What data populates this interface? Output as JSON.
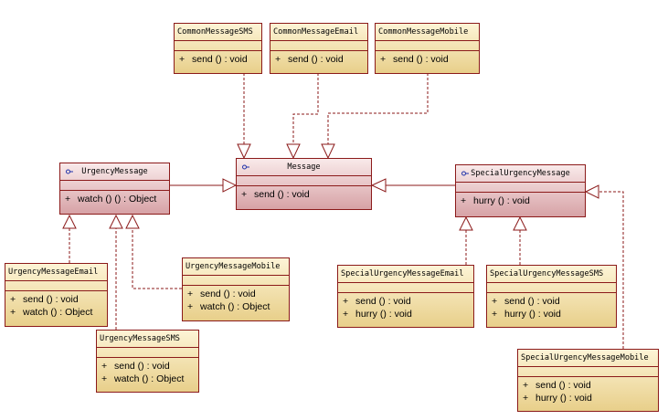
{
  "classes": {
    "common_sms": {
      "name": "CommonMessageSMS",
      "ops": [
        {
          "vis": "+",
          "sig": "send ()  : void"
        }
      ]
    },
    "common_email": {
      "name": "CommonMessageEmail",
      "ops": [
        {
          "vis": "+",
          "sig": "send ()  : void"
        }
      ]
    },
    "common_mobile": {
      "name": "CommonMessageMobile",
      "ops": [
        {
          "vis": "+",
          "sig": "send ()  : void"
        }
      ]
    },
    "message": {
      "name": "Message",
      "ops": [
        {
          "vis": "+",
          "sig": "send ()  : void"
        }
      ]
    },
    "urgency": {
      "name": "UrgencyMessage",
      "ops": [
        {
          "vis": "+",
          "sig": "watch () ()   : Object"
        }
      ]
    },
    "special_urgency": {
      "name": "SpecialUrgencyMessage",
      "ops": [
        {
          "vis": "+",
          "sig": "hurry ()  : void"
        }
      ]
    },
    "urgency_email": {
      "name": "UrgencyMessageEmail",
      "ops": [
        {
          "vis": "+",
          "sig": "send ()     : void"
        },
        {
          "vis": "+",
          "sig": "watch ()   : Object"
        }
      ]
    },
    "urgency_mobile": {
      "name": "UrgencyMessageMobile",
      "ops": [
        {
          "vis": "+",
          "sig": "send ()     : void"
        },
        {
          "vis": "+",
          "sig": "watch ()   : Object"
        }
      ]
    },
    "urgency_sms": {
      "name": "UrgencyMessageSMS",
      "ops": [
        {
          "vis": "+",
          "sig": "send ()     : void"
        },
        {
          "vis": "+",
          "sig": "watch ()   : Object"
        }
      ]
    },
    "special_email": {
      "name": "SpecialUrgencyMessageEmail",
      "ops": [
        {
          "vis": "+",
          "sig": "send ()    : void"
        },
        {
          "vis": "+",
          "sig": "hurry ()    : void"
        }
      ]
    },
    "special_sms": {
      "name": "SpecialUrgencyMessageSMS",
      "ops": [
        {
          "vis": "+",
          "sig": "send ()    : void"
        },
        {
          "vis": "+",
          "sig": "hurry ()    : void"
        }
      ]
    },
    "special_mobile": {
      "name": "SpecialUrgencyMessageMobile",
      "ops": [
        {
          "vis": "+",
          "sig": "send ()    : void"
        },
        {
          "vis": "+",
          "sig": "hurry ()    : void"
        }
      ]
    }
  },
  "colors": {
    "border": "#8b1a1a",
    "connector": "#8b1a1a",
    "interface_fill_top": "#f9eaea",
    "interface_fill_bottom": "#d7a2a6",
    "class_fill_top": "#fdf4d6",
    "class_fill_bottom": "#e8cf8a",
    "interface_icon": "#2233aa"
  }
}
